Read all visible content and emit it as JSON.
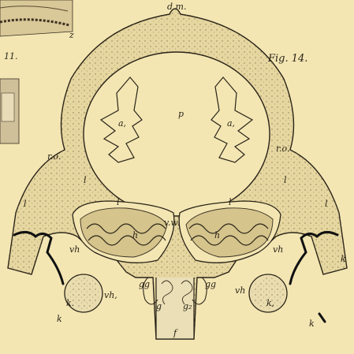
{
  "figure_label": "Fig. 14.",
  "side_figure_label": "11.",
  "labels": {
    "dm": "d m.",
    "z": "z",
    "p": "p",
    "a_left": "a,",
    "a_right": "a,",
    "ro_upper_right": "r.o.",
    "ro_left": "r.o.",
    "l_left_upper": "l",
    "l_right_upper": "l",
    "l_left_mid": "l",
    "l_right_mid": "l",
    "l_left_outer": "l",
    "l_right_outer": "l",
    "vw": "v.w.",
    "h_left": "h",
    "h_right": "h",
    "vh_left": "vh",
    "vh_right": "vh",
    "vh_left_lower": "vh,",
    "vh_right_lower": "vh",
    "gg_left": "gg",
    "gg_right": "gg",
    "g_left": "g",
    "g_right": "g₂",
    "f": "f",
    "k_left_small": "k.",
    "k_right_small": "k,",
    "k_left": "k",
    "k_right": "k",
    "k_right_lower": "k"
  },
  "colors": {
    "paper": "#f3e6b3",
    "tissue": "#e6d6a0",
    "ink": "#2a2418",
    "dark_ink": "#111111"
  }
}
